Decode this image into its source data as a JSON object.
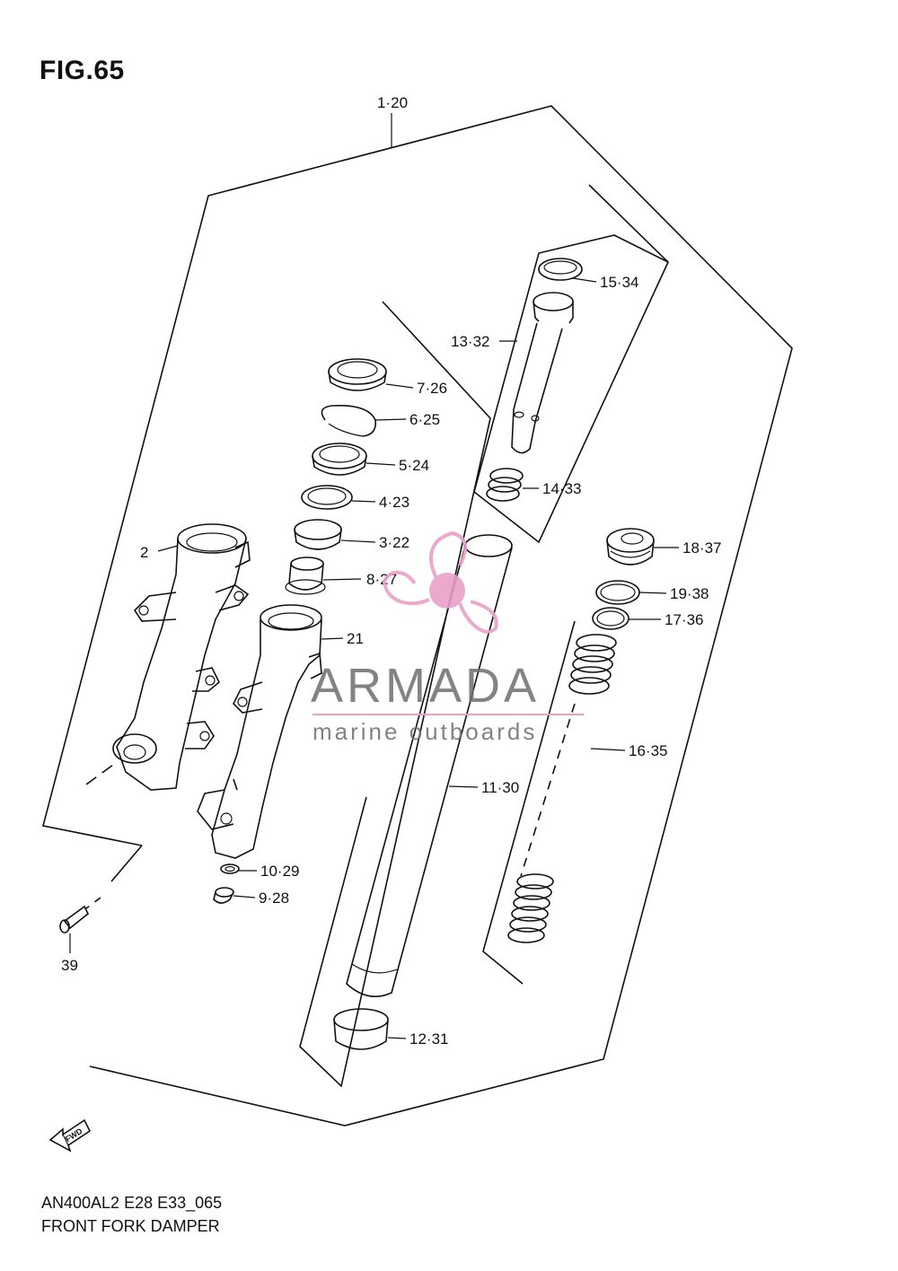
{
  "figure": {
    "title": "FIG.65"
  },
  "footer": {
    "model_code": "AN400AL2 E28 E33_065",
    "name": "FRONT FORK DAMPER"
  },
  "watermark": {
    "brand": "ARMADA",
    "tagline": "marine outboards",
    "accent_color": "#e8a0c8",
    "text_color": "#6e6e6e"
  },
  "fwd_arrow": {
    "label": "FWD"
  },
  "callouts": [
    {
      "id": "c1",
      "label": "1·20"
    },
    {
      "id": "c2",
      "label": "2"
    },
    {
      "id": "c3",
      "label": "3·22"
    },
    {
      "id": "c4",
      "label": "4·23"
    },
    {
      "id": "c5",
      "label": "5·24"
    },
    {
      "id": "c6",
      "label": "6·25"
    },
    {
      "id": "c7",
      "label": "7·26"
    },
    {
      "id": "c8",
      "label": "8·27"
    },
    {
      "id": "c9",
      "label": "9·28"
    },
    {
      "id": "c10",
      "label": "10·29"
    },
    {
      "id": "c11",
      "label": "11·30"
    },
    {
      "id": "c12",
      "label": "12·31"
    },
    {
      "id": "c13",
      "label": "13·32"
    },
    {
      "id": "c14",
      "label": "14·33"
    },
    {
      "id": "c15",
      "label": "15·34"
    },
    {
      "id": "c16",
      "label": "16·35"
    },
    {
      "id": "c17",
      "label": "17·36"
    },
    {
      "id": "c18",
      "label": "18·37"
    },
    {
      "id": "c19",
      "label": "19·38"
    },
    {
      "id": "c21",
      "label": "21"
    },
    {
      "id": "c39",
      "label": "39"
    }
  ]
}
